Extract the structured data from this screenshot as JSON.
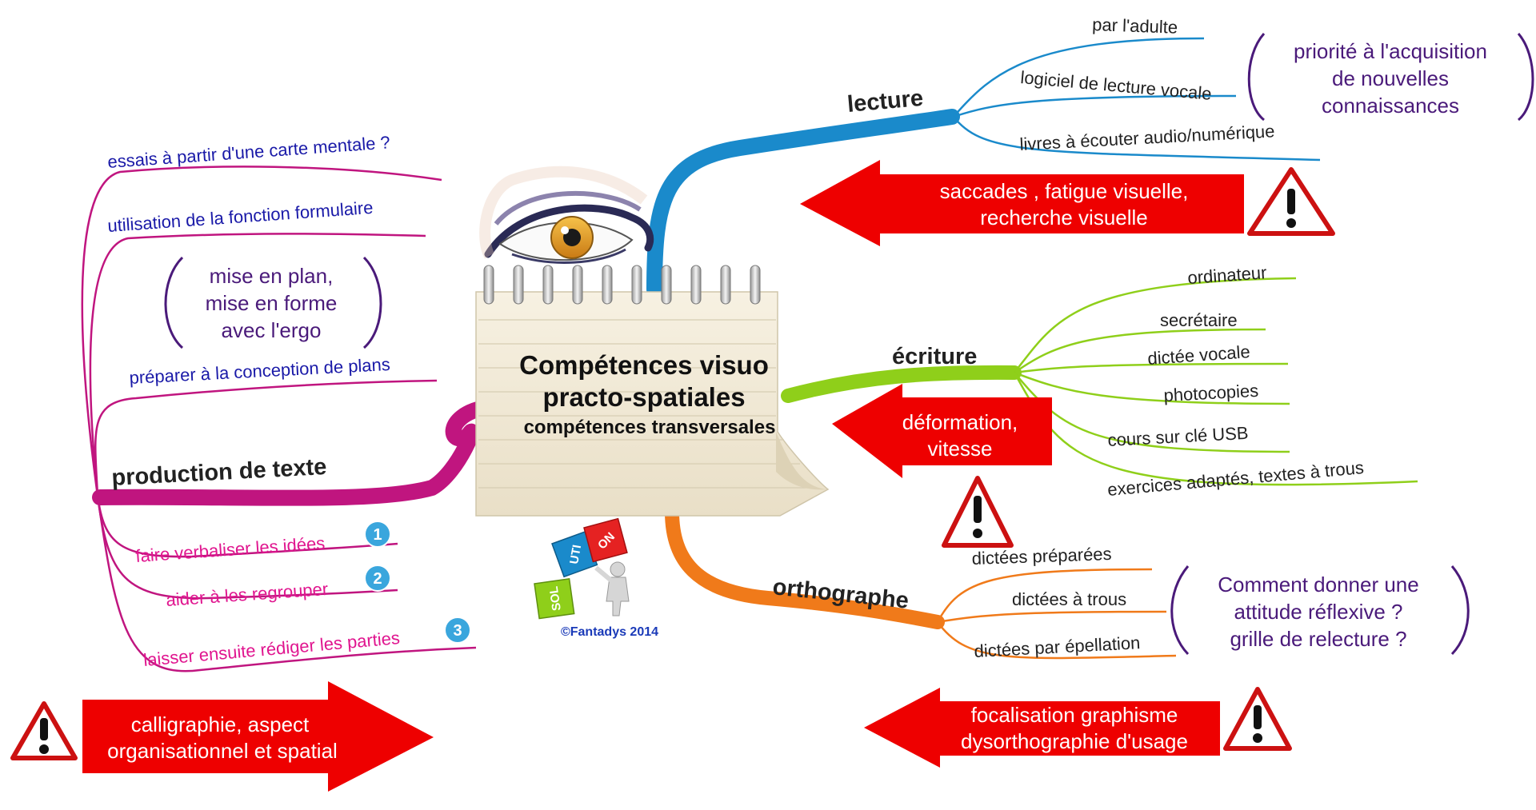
{
  "center": {
    "title_line1": "Compétences visuo",
    "title_line2": "practo-spatiales",
    "subtitle": "compétences transversales",
    "copyright": "©Fantadys 2014",
    "puzzle_labels": [
      "SOL",
      "UTI",
      "ON"
    ]
  },
  "lecture": {
    "label": "lecture",
    "items": [
      "par l'adulte",
      "logiciel de lecture vocale",
      "livres à écouter audio/numérique"
    ],
    "note": [
      "priorité à l'acquisition",
      "de nouvelles",
      "connaissances"
    ],
    "warning": [
      "saccades , fatigue visuelle,",
      "recherche visuelle"
    ]
  },
  "ecriture": {
    "label": "écriture",
    "items": [
      "ordinateur",
      "secrétaire",
      "dictée vocale",
      "photocopies",
      "cours sur clé USB",
      "exercices adaptés, textes à trous"
    ],
    "warning": [
      "déformation,",
      "vitesse"
    ]
  },
  "orthographe": {
    "label": "orthographe",
    "items": [
      "dictées préparées",
      "dictées à trous",
      "dictées par épellation"
    ],
    "note": [
      "Comment donner une",
      "attitude réflexive ?",
      "grille de relecture ?"
    ],
    "warning": [
      "focalisation graphisme",
      "dysorthographie d'usage"
    ]
  },
  "production": {
    "label": "production de texte",
    "items": [
      "essais à partir d'une carte mentale ?",
      "utilisation de la fonction formulaire",
      "préparer à la conception de plans"
    ],
    "note": [
      "mise en plan,",
      "mise en forme",
      "avec l'ergo"
    ],
    "steps": [
      "faire verbaliser les idées",
      "aider à les regrouper",
      "laisser ensuite rédiger les parties"
    ],
    "step_numbers": [
      "1",
      "2",
      "3"
    ],
    "warning": [
      "calligraphie, aspect",
      "organisationnel et spatial"
    ]
  },
  "colors": {
    "lecture": "#1a8acb",
    "ecriture": "#8fcf1a",
    "orthographe": "#f07a1a",
    "production": "#c0157f",
    "arrow": "#ee0000",
    "note_text": "#4a1a7a",
    "badge": "#3aa6dd"
  }
}
